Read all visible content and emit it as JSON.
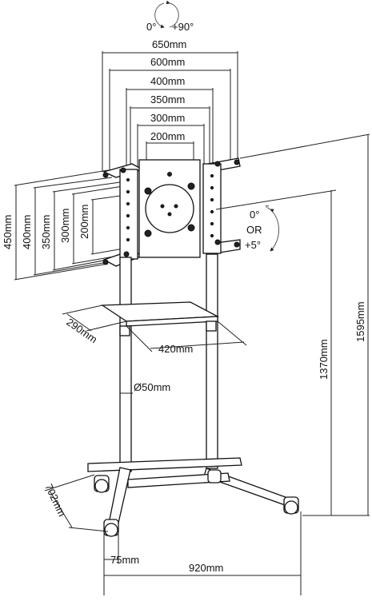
{
  "rotation_top": {
    "left": "0°",
    "right": "+90°"
  },
  "tilt": {
    "top": "0°",
    "mid": "OR",
    "bottom": "+5°"
  },
  "horizontal_vesa": [
    "650mm",
    "600mm",
    "400mm",
    "350mm",
    "300mm",
    "200mm"
  ],
  "vertical_vesa": [
    "450mm",
    "400mm",
    "350mm",
    "300mm",
    "200mm"
  ],
  "shelf": {
    "depth": "290mm",
    "width": "420mm"
  },
  "pole_diameter": "Ø50mm",
  "heights": {
    "max": "1595mm",
    "center": "1370mm"
  },
  "base": {
    "depth": "702mm",
    "wheel": "75mm",
    "width": "920mm"
  }
}
